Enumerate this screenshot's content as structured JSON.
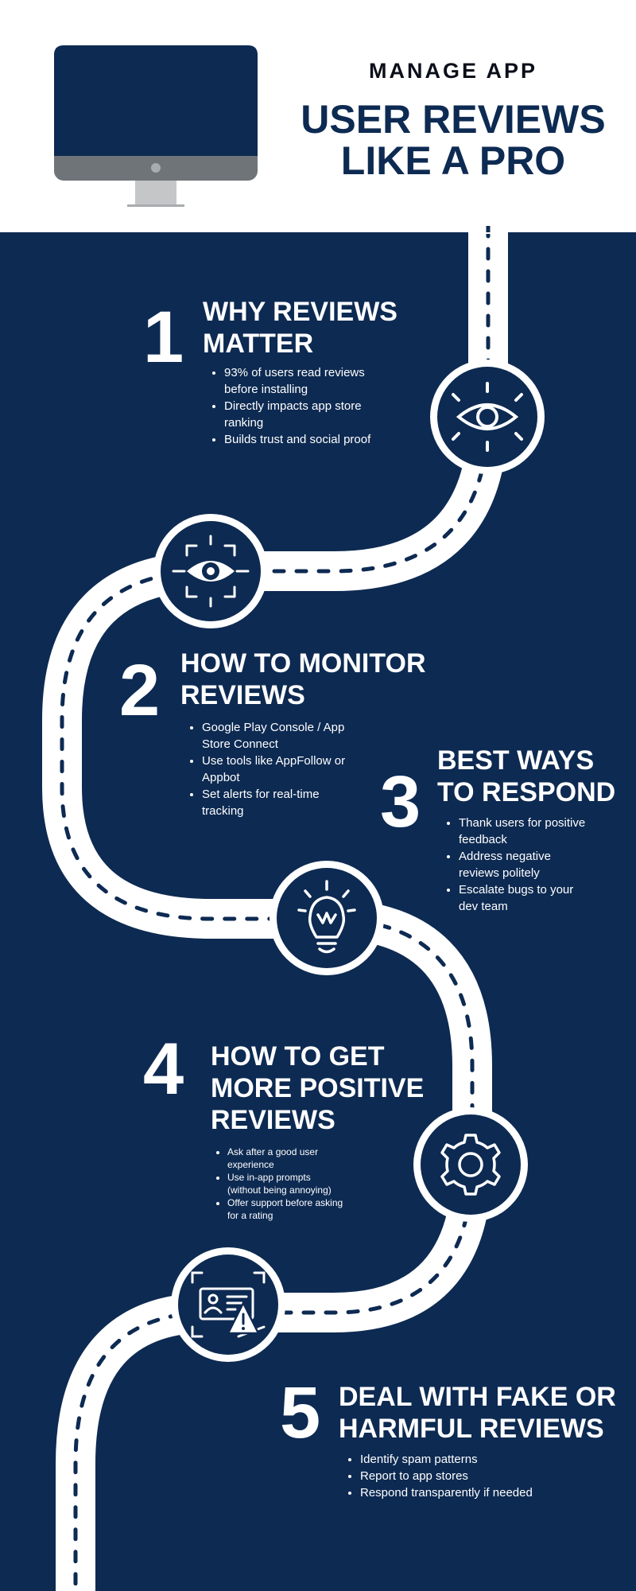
{
  "header": {
    "kicker": "MANAGE APP",
    "title_line1": "USER REVIEWS",
    "title_line2": "LIKE A PRO"
  },
  "colors": {
    "navy": "#0d2a52",
    "white": "#ffffff",
    "monitor_gray": "#6f7479",
    "stand_gray": "#c4c6c8"
  },
  "steps": [
    {
      "number": "1",
      "title_lines": [
        "WHY REVIEWS",
        "MATTER"
      ],
      "icon": "eye-icon",
      "points": [
        [
          "93% of users read reviews",
          "before installing"
        ],
        [
          "Directly impacts app store",
          "ranking"
        ],
        [
          "Builds trust and social proof"
        ]
      ]
    },
    {
      "number": "2",
      "title_lines": [
        "HOW TO MONITOR",
        "REVIEWS"
      ],
      "icon": "eye-scan-icon",
      "points": [
        [
          "Google Play Console / App",
          "Store Connect"
        ],
        [
          "Use tools like AppFollow or",
          "Appbot"
        ],
        [
          "Set alerts for real-time",
          "tracking"
        ]
      ]
    },
    {
      "number": "3",
      "title_lines": [
        "BEST WAYS",
        "TO RESPOND"
      ],
      "icon": "lightbulb-icon",
      "points": [
        [
          "Thank users for positive",
          "feedback"
        ],
        [
          "Address negative",
          "reviews politely"
        ],
        [
          "Escalate bugs to your",
          "dev team"
        ]
      ]
    },
    {
      "number": "4",
      "title_lines": [
        "HOW TO GET",
        "MORE POSITIVE",
        "REVIEWS"
      ],
      "icon": "gear-icon",
      "points": [
        [
          "Ask after a good user",
          "experience"
        ],
        [
          "Use in-app prompts",
          "(without being annoying)"
        ],
        [
          "Offer support before asking",
          "for a rating"
        ]
      ]
    },
    {
      "number": "5",
      "title_lines": [
        "DEAL WITH FAKE OR",
        "HARMFUL REVIEWS"
      ],
      "icon": "id-card-warning-icon",
      "points": [
        [
          "Identify spam patterns"
        ],
        [
          "Report to app stores"
        ],
        [
          "Respond transparently if needed"
        ]
      ]
    }
  ]
}
